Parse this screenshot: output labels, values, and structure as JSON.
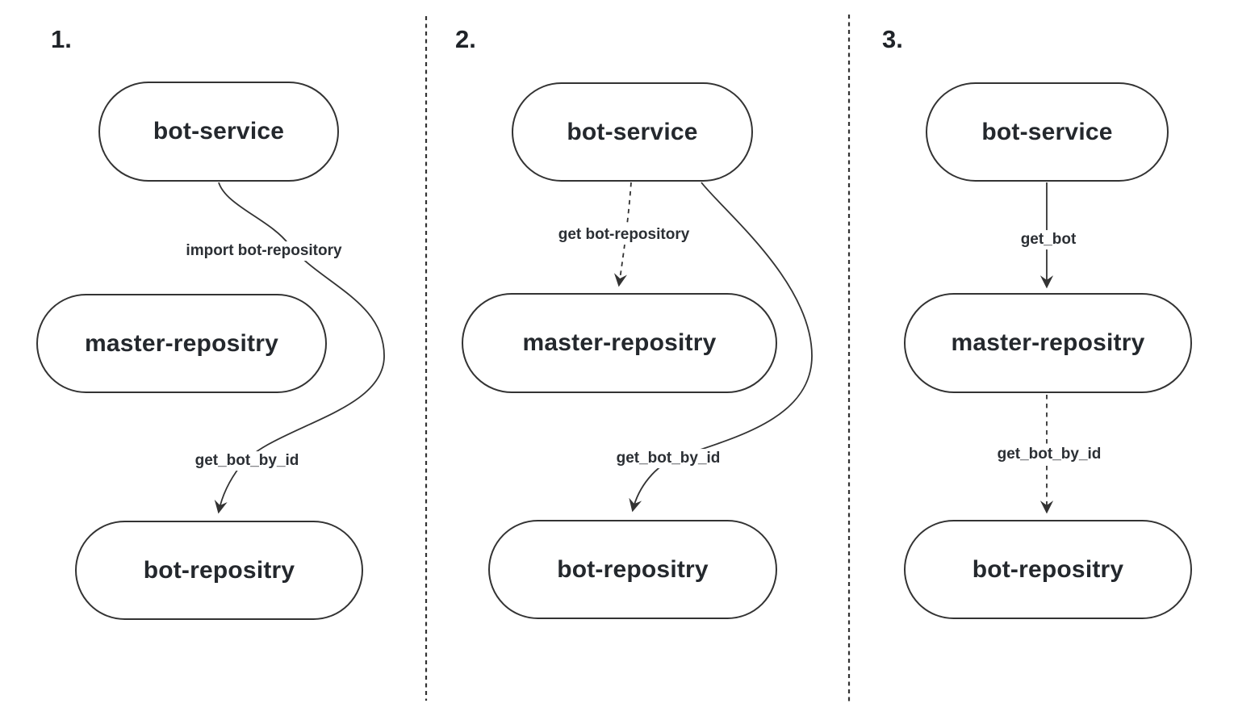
{
  "diagram_title": "",
  "colors": {
    "background": "#ffffff",
    "stroke": "#333333",
    "node_text": "#24282d",
    "edge_label_text": "#2b2f34"
  },
  "panels": [
    {
      "number": "1.",
      "nodes": [
        {
          "label": "bot-service"
        },
        {
          "label": "master-repositry"
        },
        {
          "label": "bot-repositry"
        }
      ],
      "edges": [
        {
          "label": "import bot-repository",
          "style": "solid",
          "from": "bot-service",
          "to": "bot-repositry"
        },
        {
          "label": "get_bot_by_id",
          "style": "solid",
          "from": "bot-service",
          "to": "bot-repositry"
        }
      ]
    },
    {
      "number": "2.",
      "nodes": [
        {
          "label": "bot-service"
        },
        {
          "label": "master-repositry"
        },
        {
          "label": "bot-repositry"
        }
      ],
      "edges": [
        {
          "label": "get bot-repository",
          "style": "dashed",
          "from": "bot-service",
          "to": "master-repositry"
        },
        {
          "label": "get_bot_by_id",
          "style": "solid",
          "from": "bot-service",
          "to": "bot-repositry"
        }
      ]
    },
    {
      "number": "3.",
      "nodes": [
        {
          "label": "bot-service"
        },
        {
          "label": "master-repositry"
        },
        {
          "label": "bot-repositry"
        }
      ],
      "edges": [
        {
          "label": "get_bot",
          "style": "solid",
          "from": "bot-service",
          "to": "master-repositry"
        },
        {
          "label": "get_bot_by_id",
          "style": "dashed",
          "from": "master-repositry",
          "to": "bot-repositry"
        }
      ]
    }
  ]
}
